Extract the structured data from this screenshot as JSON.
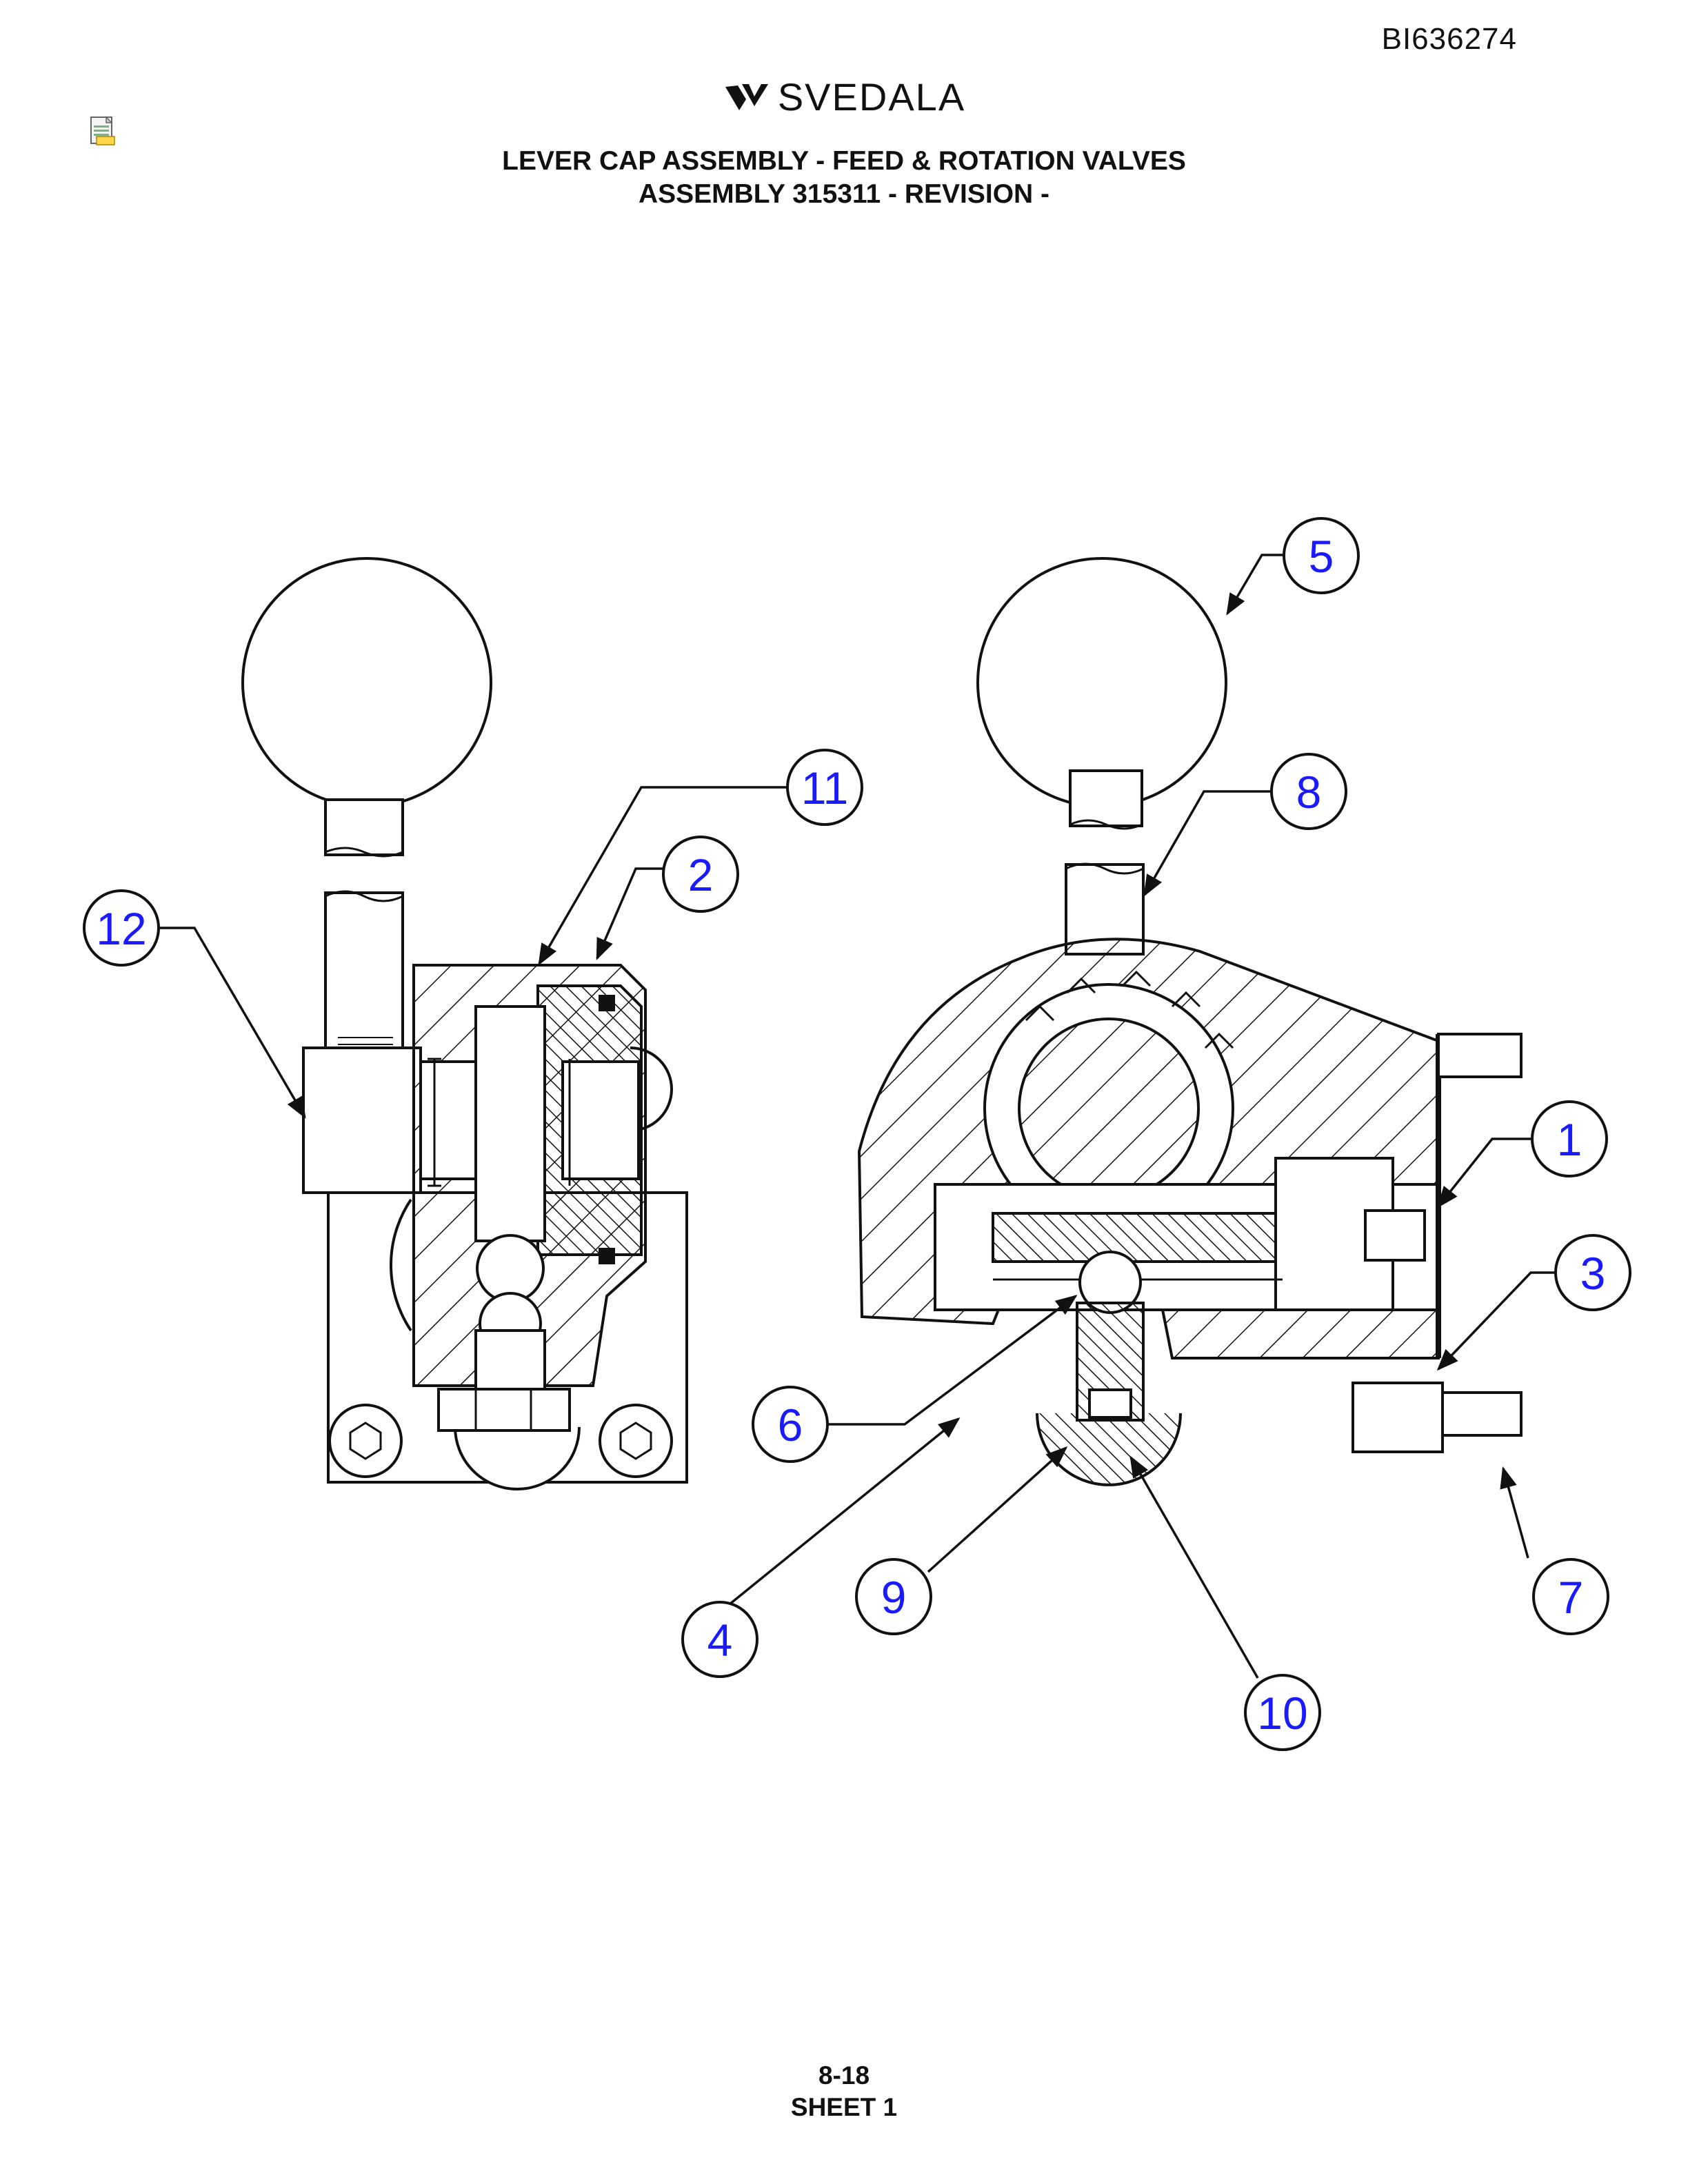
{
  "header": {
    "doc_id": "BI636274",
    "brand": "SVEDALA",
    "title_line1": "LEVER CAP ASSEMBLY - FEED & ROTATION VALVES",
    "title_line2": "ASSEMBLY 315311 - REVISION -"
  },
  "footer": {
    "page": "8-18",
    "sheet": "SHEET 1"
  },
  "balloons": {
    "b1": "1",
    "b2": "2",
    "b3": "3",
    "b4": "4",
    "b5": "5",
    "b6": "6",
    "b7": "7",
    "b8": "8",
    "b9": "9",
    "b10": "10",
    "b11": "11",
    "b12": "12"
  },
  "colors": {
    "balloon_text": "#1a1aff",
    "line": "#111111"
  }
}
